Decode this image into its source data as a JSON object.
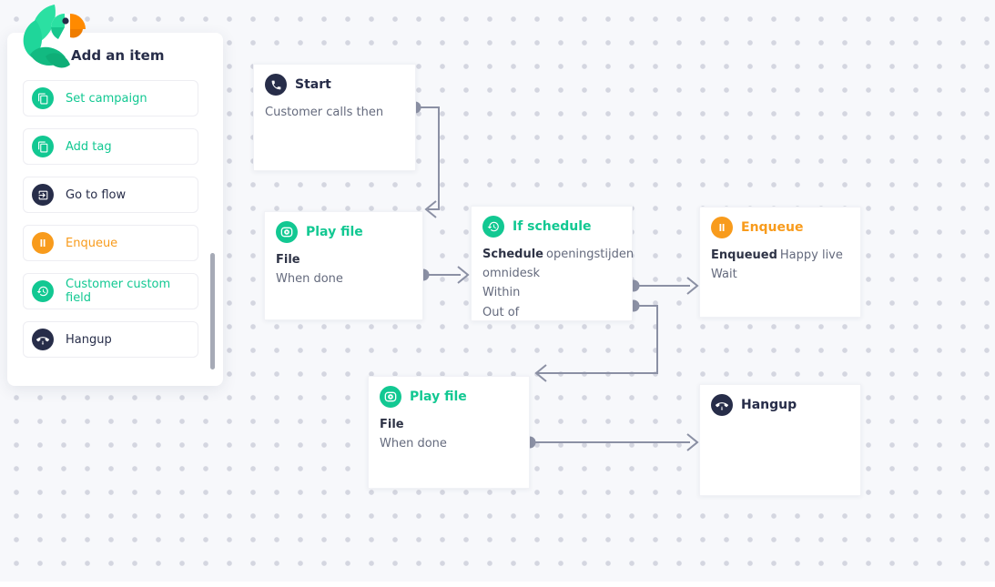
{
  "colors": {
    "accent_green": "#12c892",
    "accent_orange": "#f89b1c",
    "navy": "#272d49",
    "connector_gray": "#8b90a4"
  },
  "sidebar": {
    "title": "Add an item",
    "items": [
      {
        "label": "Set campaign",
        "icon": "copy-icon",
        "color": "green"
      },
      {
        "label": "Add tag",
        "icon": "copy-icon",
        "color": "green"
      },
      {
        "label": "Go to flow",
        "icon": "exit-icon",
        "color": "navy"
      },
      {
        "label": "Enqueue",
        "icon": "pause-icon",
        "color": "orange"
      },
      {
        "label": "Customer custom field",
        "icon": "history-icon",
        "color": "green"
      },
      {
        "label": "Hangup",
        "icon": "hangup-icon",
        "color": "navy"
      }
    ]
  },
  "canvas": {
    "nodes": {
      "start": {
        "title": "Start",
        "icon": "phone-icon",
        "body": "Customer calls then"
      },
      "play1": {
        "title": "Play file",
        "icon": "play-file-icon",
        "label": "File",
        "body": "When done"
      },
      "ifschedule": {
        "title": "If schedule",
        "icon": "history-icon",
        "label": "Schedule",
        "value": "openingstijden omnidesk",
        "out_within": "Within",
        "out_outof": "Out of"
      },
      "enqueue": {
        "title": "Enqueue",
        "icon": "pause-icon",
        "label": "Enqueued",
        "value": "Happy live Wait"
      },
      "play2": {
        "title": "Play file",
        "icon": "play-file-icon",
        "label": "File",
        "body": "When done"
      },
      "hangup": {
        "title": "Hangup",
        "icon": "hangup-icon"
      }
    }
  }
}
